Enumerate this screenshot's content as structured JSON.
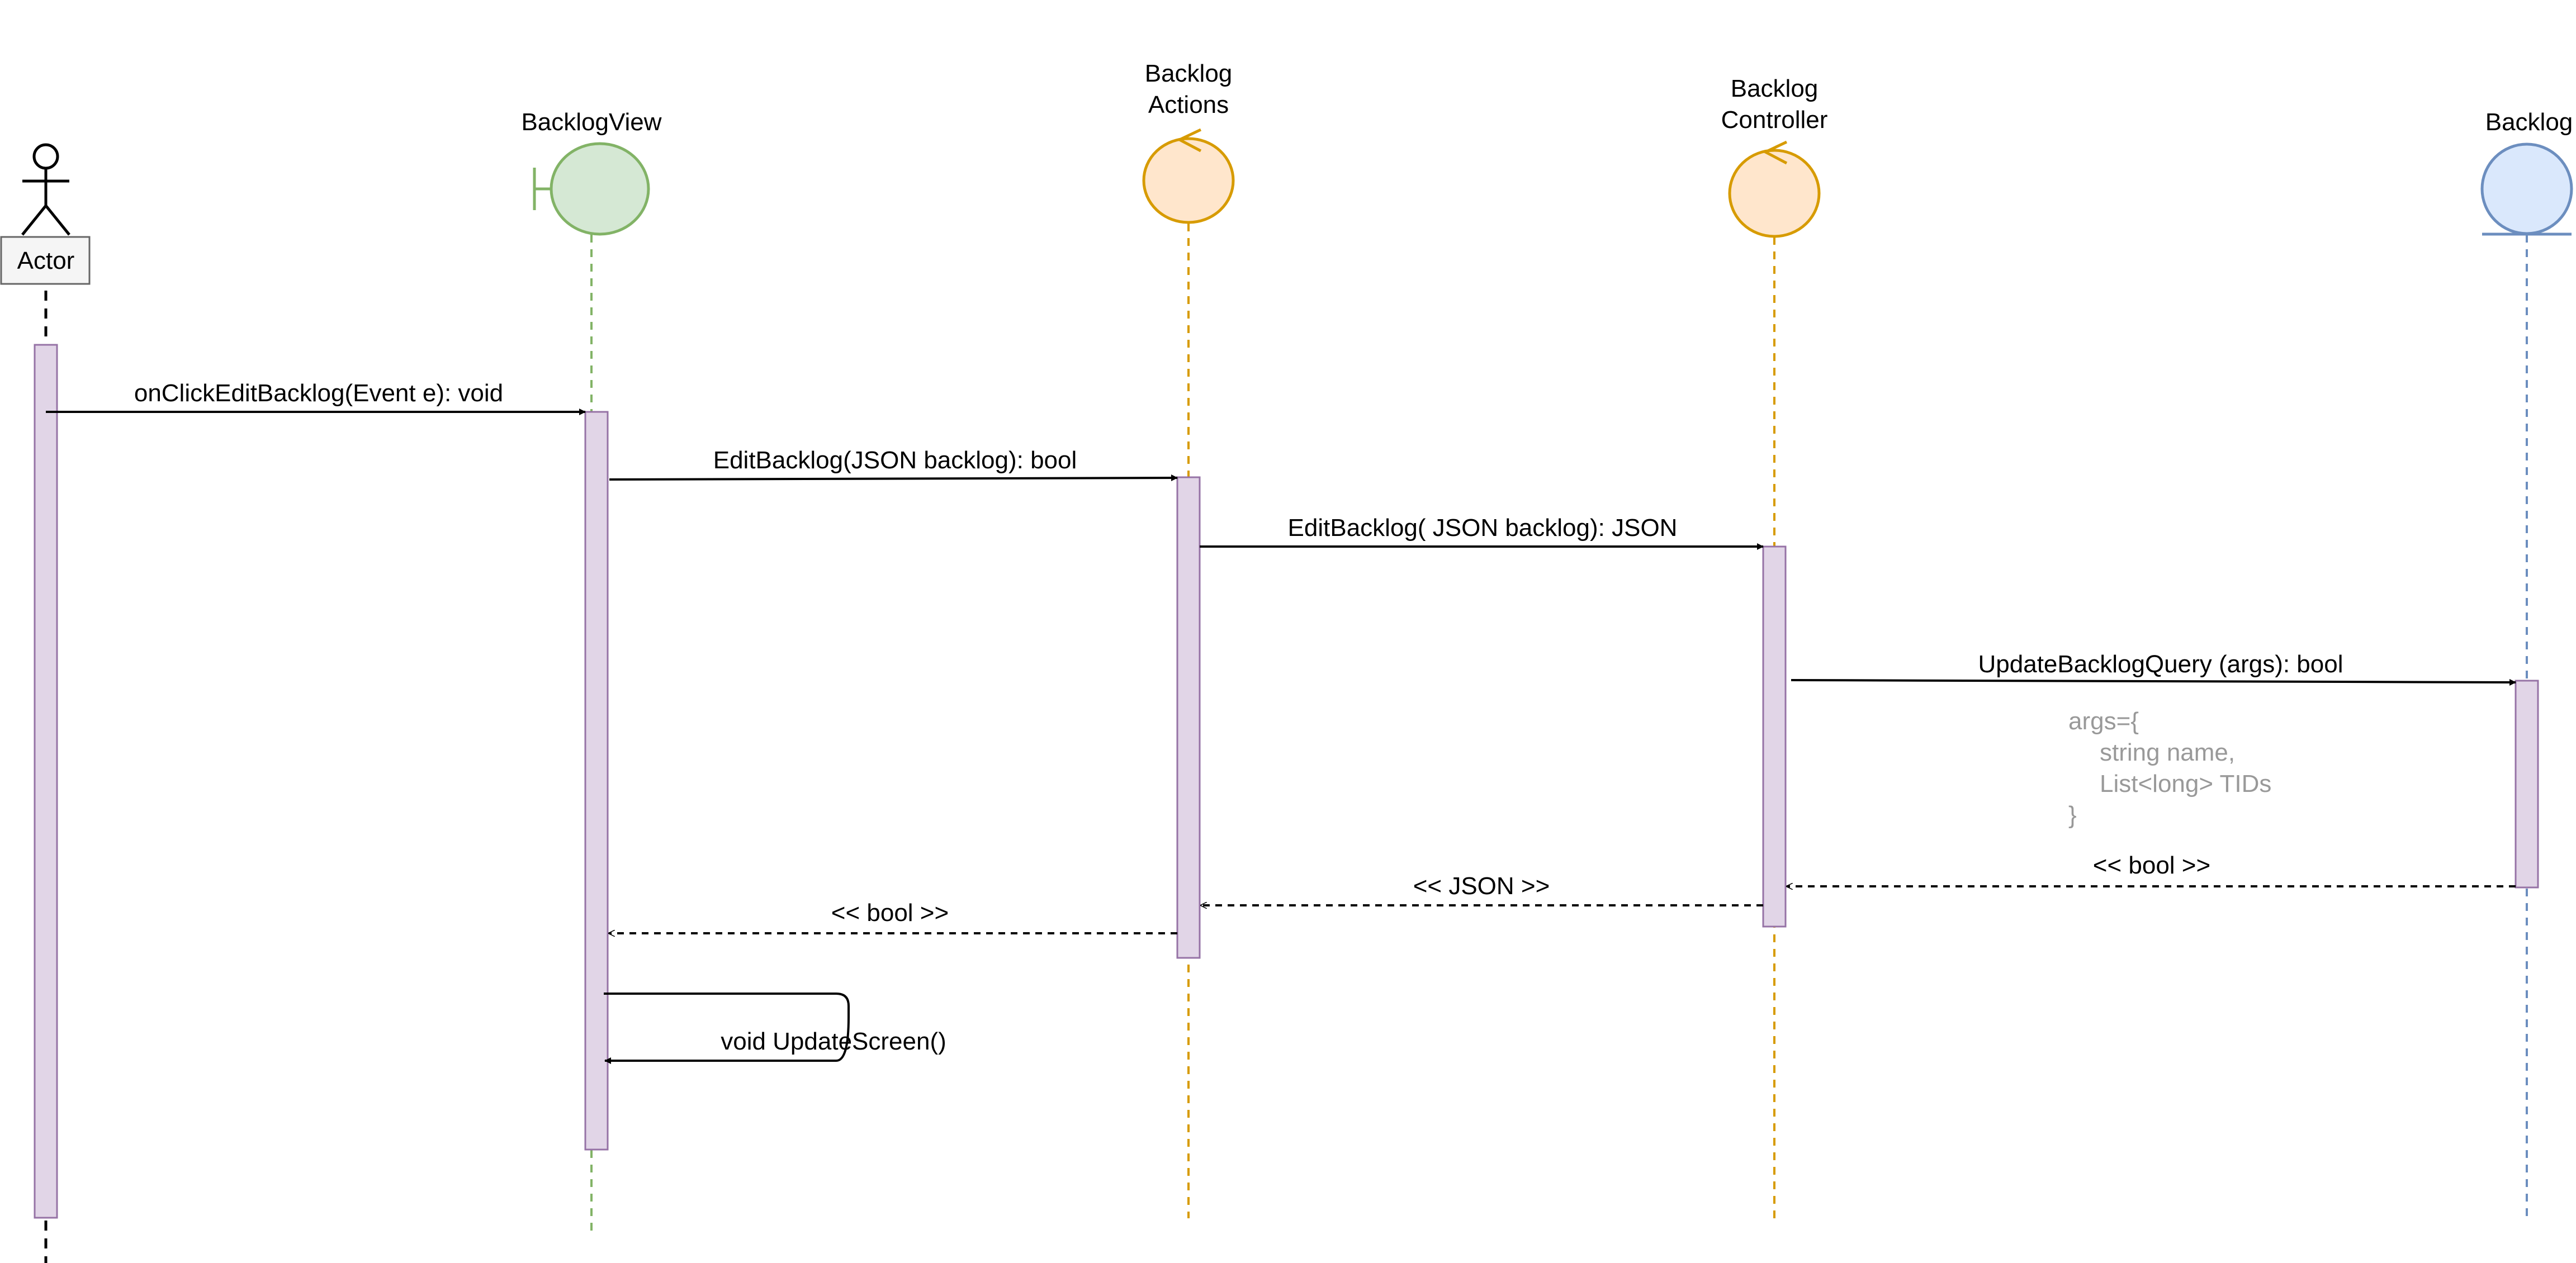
{
  "diagram": {
    "type": "sequence",
    "participants": [
      {
        "id": "actor",
        "label": "Actor",
        "kind": "actor"
      },
      {
        "id": "view",
        "label": "BacklogView",
        "kind": "boundary",
        "fill": "#d5e8d4",
        "stroke": "#82b366"
      },
      {
        "id": "actions",
        "label_lines": [
          "Backlog",
          "Actions"
        ],
        "kind": "control",
        "fill": "#ffe6cc",
        "stroke": "#d79b00"
      },
      {
        "id": "controller",
        "label_lines": [
          "Backlog",
          "Controller"
        ],
        "kind": "control",
        "fill": "#ffe6cc",
        "stroke": "#d79b00"
      },
      {
        "id": "entity",
        "label": "Backlog",
        "kind": "entity",
        "fill": "#dae8fc",
        "stroke": "#6c8ebf"
      }
    ],
    "activation_style": {
      "fill": "#e1d5e7",
      "stroke": "#9673a6"
    },
    "messages": [
      {
        "label": "onClickEditBacklog(Event e): void",
        "from": "actor",
        "to": "view",
        "kind": "sync"
      },
      {
        "label": "EditBacklog(JSON backlog): bool",
        "from": "view",
        "to": "actions",
        "kind": "sync"
      },
      {
        "label": "EditBacklog( JSON backlog): JSON",
        "from": "actions",
        "to": "controller",
        "kind": "sync"
      },
      {
        "label": "UpdateBacklogQuery (args): bool",
        "from": "controller",
        "to": "entity",
        "kind": "sync"
      },
      {
        "label": "<< bool >>",
        "from": "entity",
        "to": "controller",
        "kind": "return"
      },
      {
        "label": "<< JSON >>",
        "from": "controller",
        "to": "actions",
        "kind": "return"
      },
      {
        "label": "<< bool >>",
        "from": "actions",
        "to": "view",
        "kind": "return"
      },
      {
        "label": "void UpdateScreen()",
        "from": "view",
        "to": "view",
        "kind": "self"
      }
    ],
    "note": {
      "lines": [
        "args={",
        "string name,",
        "List<long> TIDs",
        "}"
      ]
    }
  }
}
